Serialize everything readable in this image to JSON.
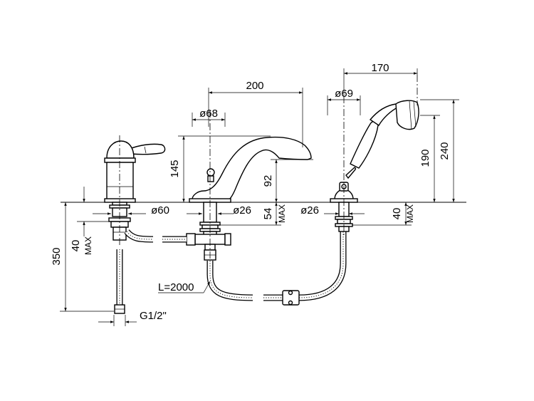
{
  "dimensions": {
    "spout_reach": "200",
    "spout_diameter": "ø68",
    "spout_height": "145",
    "spout_outlet_height": "92",
    "spout_deck_max": "54",
    "spout_hole": "ø26",
    "mixer_base": "ø60",
    "mixer_deck_max": "40",
    "hose_length": "L=2000",
    "supply_length": "350",
    "thread": "G1/2\"",
    "shower_reach": "170",
    "shower_diameter": "ø69",
    "shower_hole": "ø26",
    "shower_height_1": "190",
    "shower_height_2": "240",
    "shower_deck_max": "40",
    "max_label": "MAX"
  }
}
